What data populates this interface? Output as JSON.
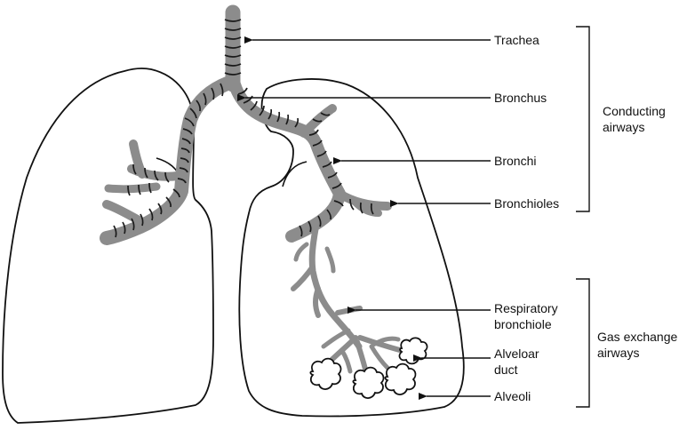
{
  "labels": {
    "trachea": "Trachea",
    "bronchus": "Bronchus",
    "bronchi": "Bronchi",
    "bronchioles": "Bronchioles",
    "respiratory_bronchiole": [
      "Respiratory",
      "bronchiole"
    ],
    "alveolar_duct": [
      "Alveloar",
      "duct"
    ],
    "alveoli": "Alveoli"
  },
  "groups": {
    "conducting": [
      "Conducting",
      "airways"
    ],
    "gas_exchange": [
      "Gas exchange",
      "airways"
    ]
  },
  "colors": {
    "outline": "#111111",
    "airway_fill": "#8c8c8c",
    "cartilage_ring": "#1a1a1a",
    "background": "#ffffff"
  }
}
